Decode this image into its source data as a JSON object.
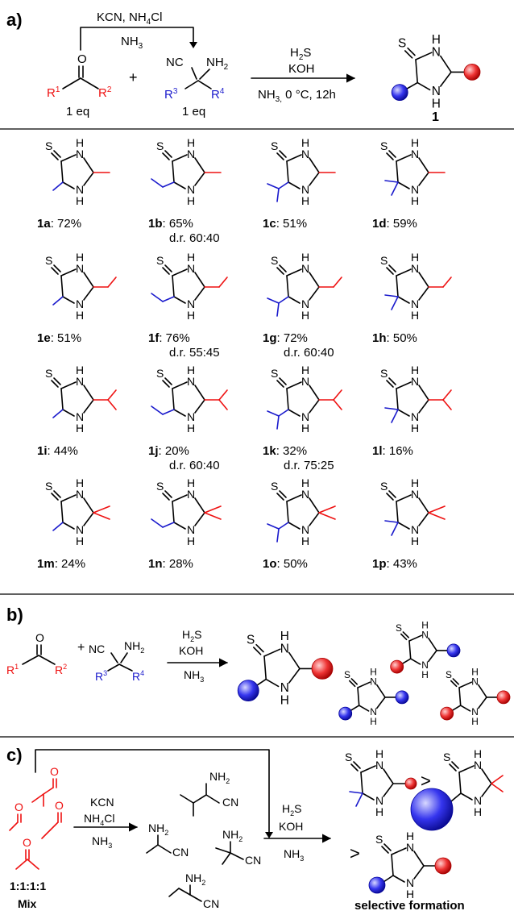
{
  "colors": {
    "r_groups_from_carbonyl": "#e11111",
    "r_groups_from_aminonitrile": "#1a1acc",
    "rule": "#000000"
  },
  "panel_a": {
    "label": "a)",
    "top_reagents_line1": "KCN, NH",
    "top_reagents_sub": "4",
    "top_reagents_line1_tail": "Cl",
    "top_reagents_line2": "NH",
    "top_reagents_line2_sub": "3",
    "carbonyl_eq": "1 eq",
    "aminonitrile_eq": "1 eq",
    "plus": "+",
    "arrow_line1": "H",
    "arrow_line1_sub": "2",
    "arrow_line1_tail": "S",
    "arrow_line2": "KOH",
    "arrow_line3": "NH",
    "arrow_line3_sub": "3,",
    "arrow_line3_tail": " 0 °C, 12h",
    "product_label": "1"
  },
  "labels": {
    "S": "S",
    "H": "H",
    "N": "N",
    "O": "O",
    "NC": "NC",
    "CN": "CN",
    "NH2": "NH",
    "sub2": "2",
    "R": "R"
  },
  "compounds": [
    {
      "id": "1a",
      "yield": ": 72%",
      "dr": ""
    },
    {
      "id": "1b",
      "yield": ": 65%",
      "dr": "d.r. 60:40"
    },
    {
      "id": "1c",
      "yield": ": 51%",
      "dr": ""
    },
    {
      "id": "1d",
      "yield": ": 59%",
      "dr": ""
    },
    {
      "id": "1e",
      "yield": ": 51%",
      "dr": ""
    },
    {
      "id": "1f",
      "yield": ": 76%",
      "dr": "d.r. 55:45"
    },
    {
      "id": "1g",
      "yield": ": 72%",
      "dr": "d.r. 60:40"
    },
    {
      "id": "1h",
      "yield": ": 50%",
      "dr": ""
    },
    {
      "id": "1i",
      "yield": ": 44%",
      "dr": ""
    },
    {
      "id": "1j",
      "yield": ": 20%",
      "dr": "d.r. 60:40"
    },
    {
      "id": "1k",
      "yield": ": 32%",
      "dr": "d.r. 75:25"
    },
    {
      "id": "1l",
      "yield": ": 16%",
      "dr": ""
    },
    {
      "id": "1m",
      "yield": ": 24%",
      "dr": ""
    },
    {
      "id": "1n",
      "yield": ": 28%",
      "dr": ""
    },
    {
      "id": "1o",
      "yield": ": 50%",
      "dr": ""
    },
    {
      "id": "1p",
      "yield": ": 43%",
      "dr": ""
    }
  ],
  "panel_b": {
    "label": "b)",
    "plus": "+",
    "arrow_line1": "H",
    "arrow_line1_sub": "2",
    "arrow_line1_tail": "S",
    "arrow_line2": "KOH",
    "arrow_line3": "NH",
    "arrow_line3_sub": "3"
  },
  "panel_c": {
    "label": "c)",
    "reagent1": "KCN",
    "reagent2": "NH",
    "reagent2_sub": "4",
    "reagent2_tail": "Cl",
    "reagent3": "NH",
    "reagent3_sub": "3",
    "arrow2_line1": "H",
    "arrow2_line1_sub": "2",
    "arrow2_line1_tail": "S",
    "arrow2_line2": "KOH",
    "arrow2_line3": "NH",
    "arrow2_line3_sub": "3",
    "mix_ratio": "1:1:1:1",
    "mix_label": "Mix",
    "greater": ">",
    "caption": "selective formation"
  }
}
